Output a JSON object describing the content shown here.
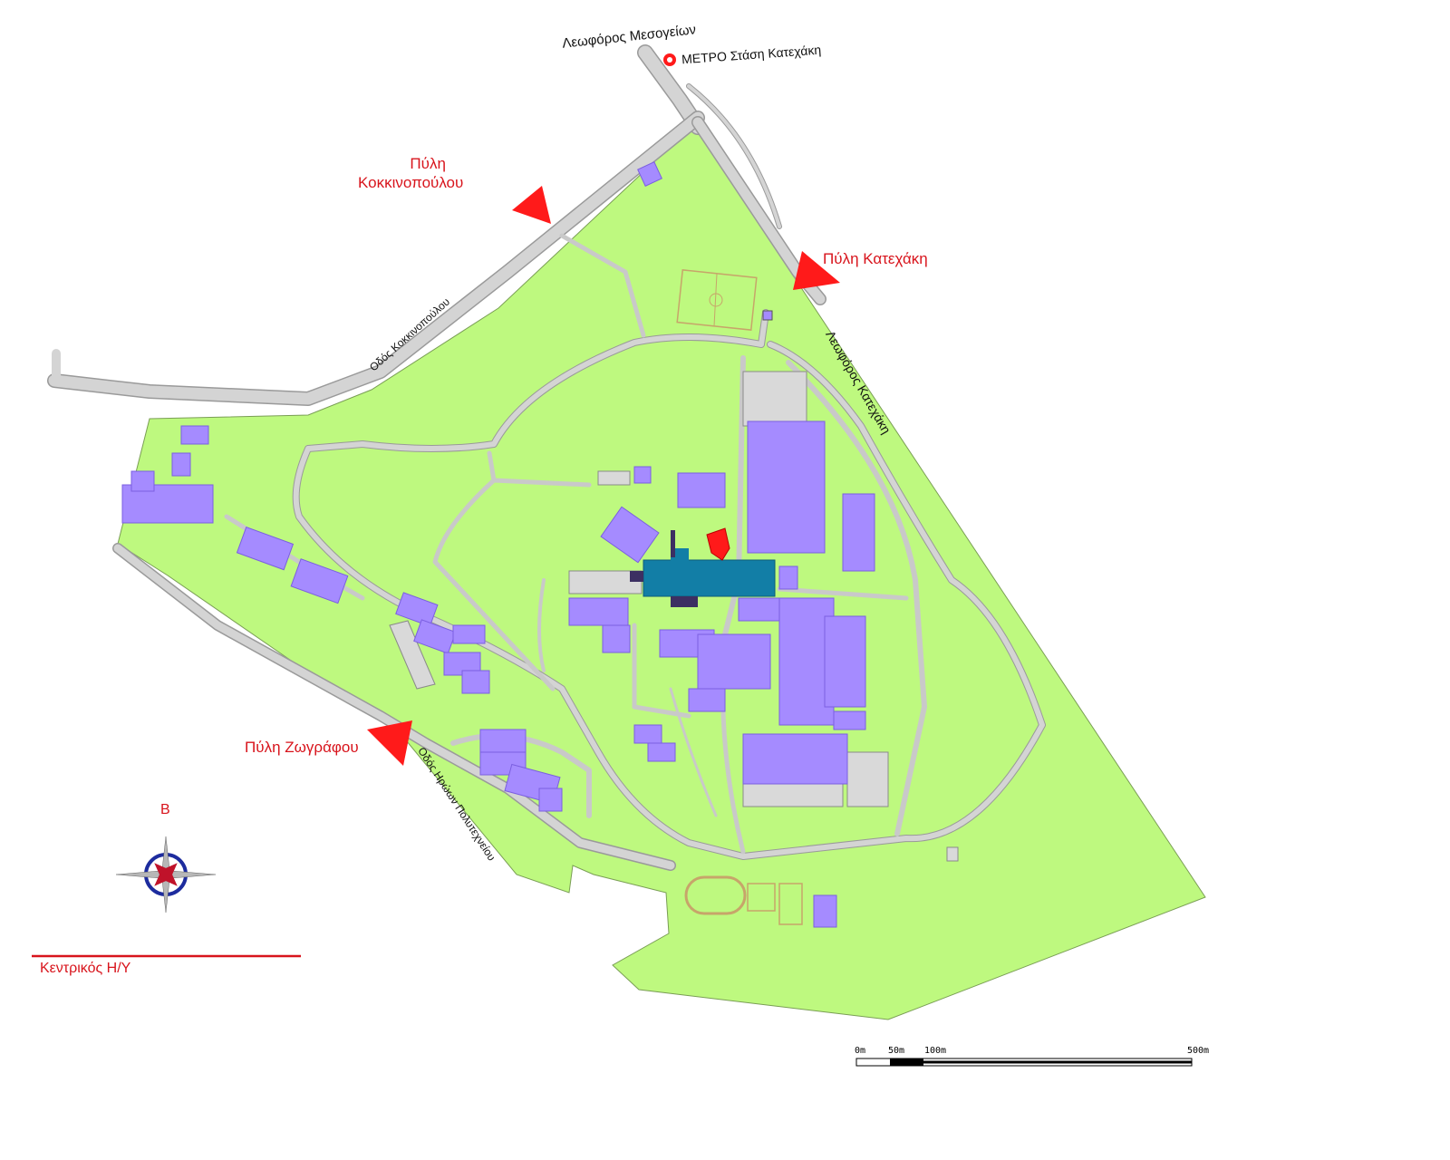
{
  "map": {
    "colors": {
      "campus": "#bef97f",
      "road": "#d4d4d4",
      "road_edge": "#9a9a9a",
      "building": "#a58bff",
      "building_edge": "#7b5fe0",
      "highlight_building": "#127ea6",
      "dark_building": "#3c2f62",
      "marker": "#ff1a1a",
      "gate_arrow": "#ff1a1a",
      "label_red": "#d8141c",
      "metro": "#ff1a1a"
    },
    "roads": {
      "mesogeion": "Λεωφόρος Μεσογείων",
      "kokkinopoulou": "Οδός Κοκκινοπούλου",
      "katehaki": "Λεωφόρος Κατεχάκη",
      "polytechneiou": "Οδός Ηρώων Πολυτεχνείου"
    },
    "metro": {
      "icon": "metro-station-icon",
      "label_bold": "ΜΕΤΡΟ",
      "label_rest": " Στάση Κατεχάκη"
    },
    "gates": {
      "kokkinopoulou_line1": "Πύλη",
      "kokkinopoulou_line2": "Κοκκινοπούλου",
      "katehaki": "Πύλη  Κατεχάκη",
      "zografou": "Πύλη Ζωγράφου"
    },
    "compass": {
      "north_letter": "Β",
      "icon": "compass-rose-icon"
    },
    "legend": {
      "central_computer": "Κεντρικός Η/Υ"
    },
    "scale_bar": {
      "labels": [
        "0m",
        "50m",
        "100m",
        "500m"
      ]
    }
  }
}
